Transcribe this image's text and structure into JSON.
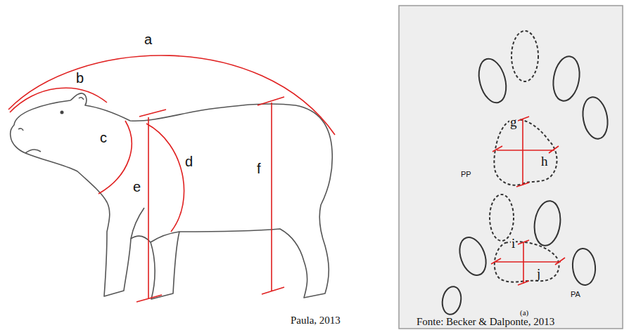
{
  "diagram": {
    "labels": [
      "a",
      "b",
      "c",
      "d",
      "e",
      "f",
      "g",
      "h",
      "i",
      "j",
      "PP",
      "PA",
      "(a)",
      "Paula, 2013",
      "Fonte: Becker & Dalponte, 2013"
    ]
  }
}
